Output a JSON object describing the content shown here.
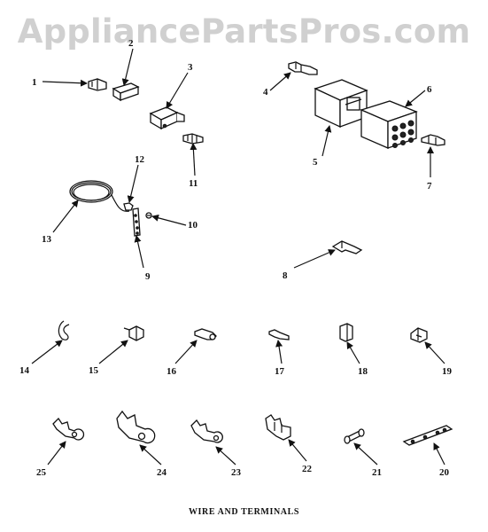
{
  "watermark": "AppliancePartsPros.com",
  "title": "WIRE AND TERMINALS",
  "callouts": [
    "1",
    "2",
    "3",
    "4",
    "5",
    "6",
    "7",
    "8",
    "9",
    "10",
    "11",
    "12",
    "13",
    "14",
    "15",
    "16",
    "17",
    "18",
    "19",
    "20",
    "21",
    "22",
    "23",
    "24",
    "25"
  ]
}
